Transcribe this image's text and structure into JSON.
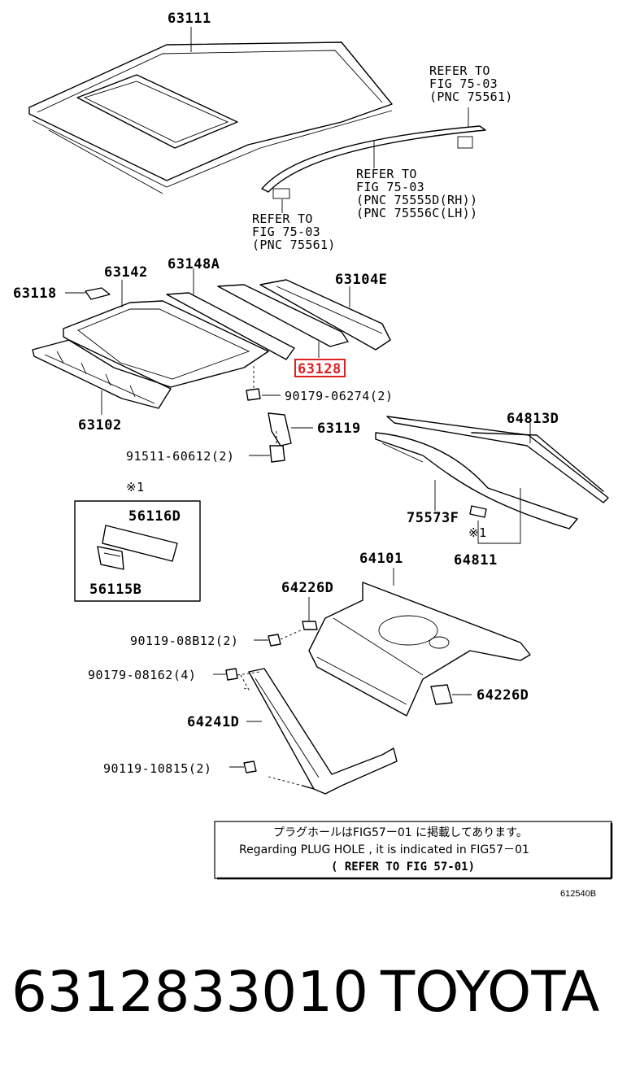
{
  "labels": {
    "p63111": "63111",
    "p63142": "63142",
    "p63148A": "63148A",
    "p63104E": "63104E",
    "p63118": "63118",
    "p63128": "63128",
    "p63102": "63102",
    "p90179_06274": "90179-06274(2)",
    "p63119": "63119",
    "p91511": "91511-60612(2)",
    "p64813D": "64813D",
    "p56116D": "56116D",
    "p56115B": "56115B",
    "p75573F": "75573F",
    "p64811": "64811",
    "p64101": "64101",
    "p64226D_top": "64226D",
    "p90119_08B12": "90119-08B12(2)",
    "p90179_08162": "90179-08162(4)",
    "p64226D_right": "64226D",
    "p64241D": "64241D",
    "p90119_10815": "90119-10815(2)",
    "mark1_box": "※1",
    "mark1_glass": "※1"
  },
  "refs": {
    "top_right": [
      "REFER TO",
      "FIG 75-03",
      "(PNC 75561)"
    ],
    "mid_right": [
      "REFER TO",
      "FIG 75-03",
      "(PNC 75555D(RH))",
      "(PNC 75556C(LH))"
    ],
    "mid_left": [
      "REFER TO",
      "FIG 75-03",
      "(PNC 75561)"
    ]
  },
  "note": {
    "line1": "プラグホールはFIG57ー01 に掲載してあります。",
    "line2": "Regarding PLUG HOLE , it is indicated in FIG57－01",
    "line3": "(  REFER TO FIG 57-01)"
  },
  "diagram_code": "612540B",
  "highlight_color": "#e02020",
  "footer": {
    "part_number": "6312833010",
    "brand": "TOYOTA"
  }
}
